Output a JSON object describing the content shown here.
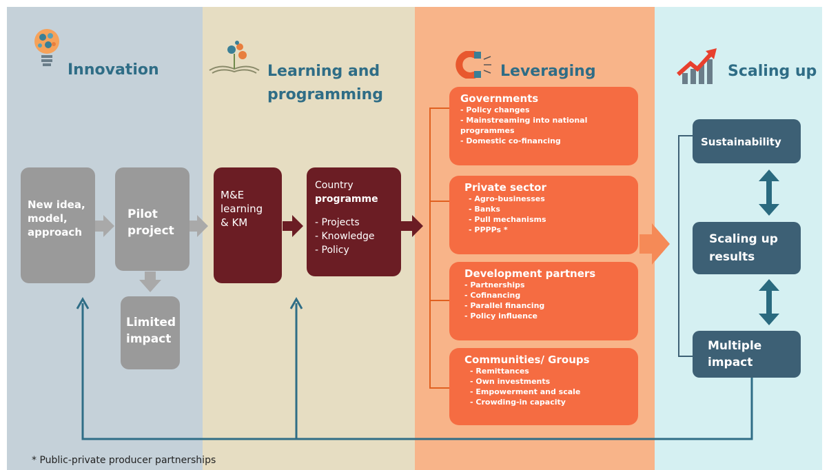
{
  "columns": {
    "innovation": {
      "title": "Innovation",
      "icon": "lightbulb-icon"
    },
    "learning": {
      "title_line1": "Learning and",
      "title_line2": "programming",
      "icon": "book-flowers-icon"
    },
    "leveraging": {
      "title": "Leveraging",
      "icon": "magnet-icon"
    },
    "scaling": {
      "title": "Scaling up",
      "icon": "growth-chart-icon"
    }
  },
  "innovation_boxes": {
    "new_idea": [
      "New idea,",
      "model,",
      "approach"
    ],
    "pilot": [
      "Pilot",
      "project"
    ],
    "limited": [
      "Limited",
      "impact"
    ]
  },
  "learning_boxes": {
    "me": [
      "M&E",
      "learning",
      "& KM"
    ],
    "country": {
      "title": [
        "Country",
        "programme"
      ],
      "items": [
        "- Projects",
        "- Knowledge",
        "- Policy"
      ]
    }
  },
  "leveraging_boxes": [
    {
      "title": "Governments",
      "items": [
        "- Policy changes",
        "- Mainstreaming into national",
        "programmes",
        "- Domestic co-financing"
      ]
    },
    {
      "title": "Private sector",
      "items": [
        "- Agro-businesses",
        "- Banks",
        "- Pull mechanisms",
        "- PPPPs *"
      ]
    },
    {
      "title": "Development partners",
      "items": [
        "- Partnerships",
        "- Cofinancing",
        "- Parallel financing",
        "- Policy influence"
      ]
    },
    {
      "title": "Communities/ Groups",
      "items": [
        "- Remittances",
        "- Own investments",
        "- Empowerment and scale",
        "- Crowding-in capacity"
      ]
    }
  ],
  "scaling_boxes": {
    "sustainability": "Sustainability",
    "results": [
      "Scaling up",
      "results"
    ],
    "multiple": [
      "Multiple",
      "impact"
    ]
  },
  "footnote": "* Public-private producer partnerships",
  "colors": {
    "innovation_bg": "#c5d1d9",
    "learning_bg": "#e6ddc2",
    "leveraging_bg": "#f8b489",
    "scaling_bg": "#d5f0f2",
    "heading": "#2f6d86",
    "maroon": "#6b1d24",
    "orange": "#f56c42",
    "navy": "#3d6075",
    "grey": "#9a9a9a"
  }
}
